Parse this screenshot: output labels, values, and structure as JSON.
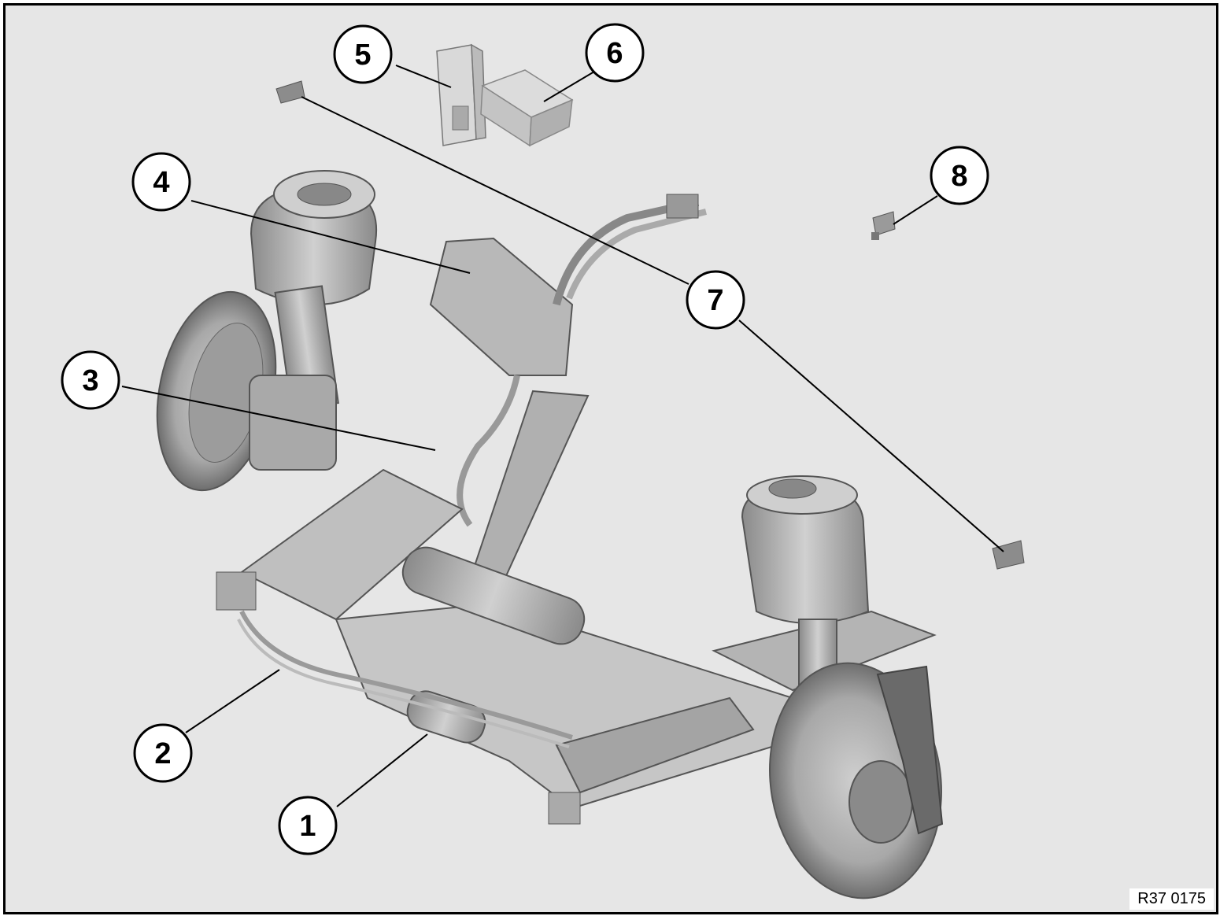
{
  "figure_code": "R37 0175",
  "callouts": [
    {
      "id": "1",
      "label": "1"
    },
    {
      "id": "2",
      "label": "2"
    },
    {
      "id": "3",
      "label": "3"
    },
    {
      "id": "4",
      "label": "4"
    },
    {
      "id": "5",
      "label": "5"
    },
    {
      "id": "6",
      "label": "6"
    },
    {
      "id": "7",
      "label": "7"
    },
    {
      "id": "8",
      "label": "8"
    }
  ],
  "colors": {
    "background": "#e6e6e6",
    "part_fill": "#bdbdbd",
    "part_dark": "#7a7a7a",
    "outline": "#000000"
  }
}
